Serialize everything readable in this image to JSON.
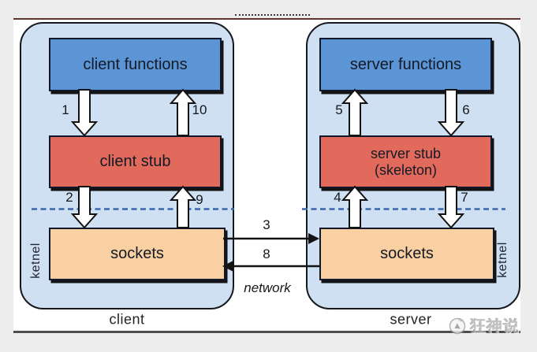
{
  "diagram": {
    "panels": [
      {
        "id": "client",
        "caption": "client",
        "kernel_label": "ketnel",
        "functions_label": "client functions",
        "stub_label": "client stub",
        "stub_sublabel": "",
        "sockets_label": "sockets"
      },
      {
        "id": "server",
        "caption": "server",
        "kernel_label": "ketnel",
        "functions_label": "server functions",
        "stub_label": "server stub",
        "stub_sublabel": "(skeleton)",
        "sockets_label": "sockets"
      }
    ],
    "arrow_labels": {
      "a1": "1",
      "a2": "2",
      "a3": "3",
      "a4": "4",
      "a5": "5",
      "a6": "6",
      "a7": "7",
      "a8": "8",
      "a9": "9",
      "a10": "10"
    },
    "network_label": "network"
  },
  "watermark": {
    "text": "狂神说",
    "icon": "megaphone-icon"
  },
  "colors": {
    "page_bg": "#ededed",
    "sheet_bg": "#ffffff",
    "top_rule": "#5f352c",
    "bottom_rule": "#4d4d4d",
    "panel_fill": "#cfe0f3",
    "panel_border": "#15181d",
    "functions_fill": "#5b95d6",
    "stub_fill": "#e16a5c",
    "sockets_fill": "#f9d0a1",
    "dashed_line": "#3a66ad",
    "arrow_fill": "#ffffff",
    "arrow_stroke": "#131313"
  }
}
